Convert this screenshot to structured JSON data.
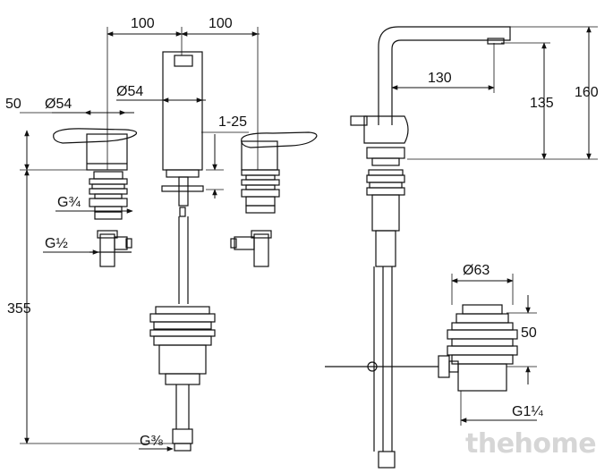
{
  "diagram": {
    "dimensions": {
      "spacing_left": "100",
      "spacing_right": "100",
      "handle_height": "50",
      "handle_diameter": "Ø54",
      "spout_diameter": "Ø54",
      "deck_thickness": "1-25",
      "thread_handle": "G¾",
      "thread_angle_valve": "G½",
      "total_height": "355",
      "thread_bottom": "G⅜",
      "spout_reach": "130",
      "spout_outlet_height": "135",
      "spout_total_height": "160",
      "waste_diameter": "Ø63",
      "waste_height": "50",
      "waste_thread": "G1¼"
    }
  },
  "watermark": {
    "text": "thehome"
  },
  "colors": {
    "line": "#111111",
    "watermark": "#d6d6d6",
    "background": "#ffffff"
  }
}
